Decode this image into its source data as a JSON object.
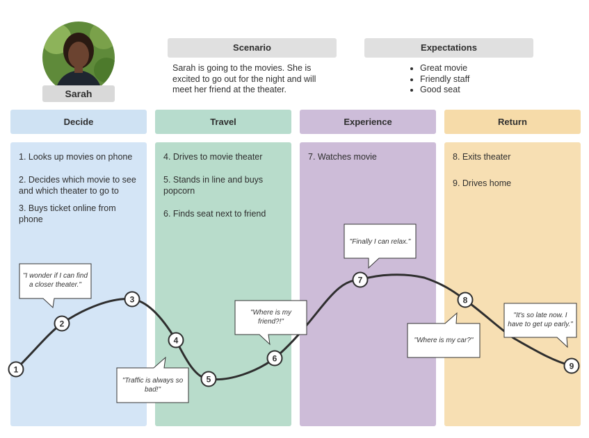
{
  "persona": {
    "name": "Sarah"
  },
  "scenario": {
    "title": "Scenario",
    "text": "Sarah is going to the movies. She is excited to go out for the night and will meet her friend at the theater."
  },
  "expectations": {
    "title": "Expectations",
    "items": [
      "Great movie",
      "Friendly staff",
      "Good seat"
    ]
  },
  "phases": [
    {
      "title": "Decide",
      "color": "#cfe2f3",
      "column_color": "#d4e5f6",
      "steps": [
        "1.  Looks up movies on phone",
        "2.  Decides which movie to see and which theater to go to",
        "3.  Buys ticket online from phone"
      ]
    },
    {
      "title": "Travel",
      "color": "#b7dccd",
      "column_color": "#b8dccb",
      "steps": [
        "4.  Drives to movie theater",
        "5.  Stands in line and buys popcorn",
        "6.  Finds seat next to friend"
      ]
    },
    {
      "title": "Experience",
      "color": "#cdbdd9",
      "column_color": "#cdbcd8",
      "steps": [
        "7.  Watches movie"
      ]
    },
    {
      "title": "Return",
      "color": "#f6dba9",
      "column_color": "#f7dfb3",
      "steps": [
        "8.  Exits theater",
        "9.  Drives home"
      ]
    }
  ],
  "journey_points": [
    "1",
    "2",
    "3",
    "4",
    "5",
    "6",
    "7",
    "8",
    "9"
  ],
  "quotes": [
    {
      "text": "\"I wonder if I can find a closer theater.\""
    },
    {
      "text": "\"Traffic is always so bad!\""
    },
    {
      "text": "\"Where is my friend?!\""
    },
    {
      "text": "\"Finally I can relax.\""
    },
    {
      "text": "\"Where is my car?\""
    },
    {
      "text": "\"It's so late now. I have to get up early.\""
    }
  ]
}
